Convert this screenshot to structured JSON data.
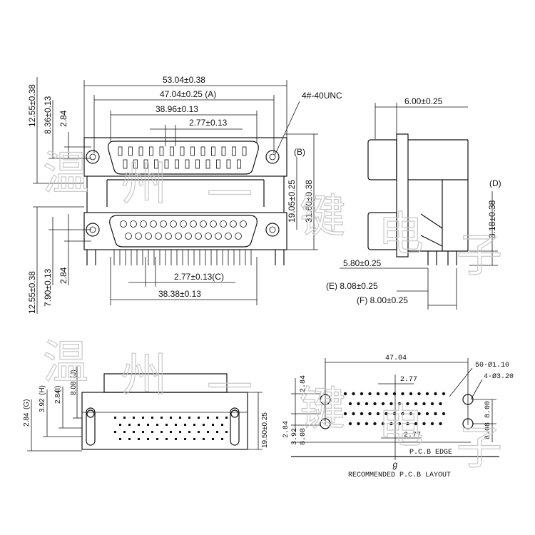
{
  "watermark": [
    "温",
    "州",
    "一",
    "键",
    "电",
    "子"
  ],
  "front_view": {
    "dims_top": [
      "53.04±0.38",
      "47.04±0.25 (A)",
      "38.96±0.13",
      "2.77±0.13"
    ],
    "thread_note": "4#-40UNC",
    "label_b": "(B)",
    "dims_left_top": [
      "12.55±0.38",
      "8.36±0.13",
      "2.84"
    ],
    "dims_right": [
      "19.05±0.25",
      "31.60±0.38"
    ],
    "dims_left_bottom": [
      "12.55±0.38",
      "7.90±0.13",
      "2.84"
    ],
    "dims_bottom": [
      "2.77±0.13(C)",
      "38.38±0.13"
    ]
  },
  "side_view": {
    "dim_top": "6.00±0.25",
    "label_d": "(D)",
    "dim_right": "3.18±0.38",
    "dim_580": "5.80±0.25",
    "dim_e": "(E) 8.08±0.25",
    "dim_f": "(F) 8.00±0.25"
  },
  "bottom_view": {
    "labels_left": [
      "(G)",
      "(H)",
      "(I)",
      "(J)"
    ],
    "dims_left": [
      "2.84",
      "3.92",
      "2.84",
      "8.08"
    ],
    "dim_right": "19.50±0.25"
  },
  "pcb_layout": {
    "dim_top": "47.04",
    "note_holes_small": "50-Ø1.10",
    "note_holes_large": "4-Ø3.20",
    "dim_pitch": "2.77",
    "dims_left_top": "2.84",
    "dims_left_bottom": [
      "2.84",
      "3.92",
      "8.08"
    ],
    "dims_right": [
      "8.00",
      "8.08"
    ],
    "edge_label": "P.C.B EDGE",
    "center_mark": "ℊ",
    "caption": "RECOMMENDED P.C.B LAYOUT"
  }
}
